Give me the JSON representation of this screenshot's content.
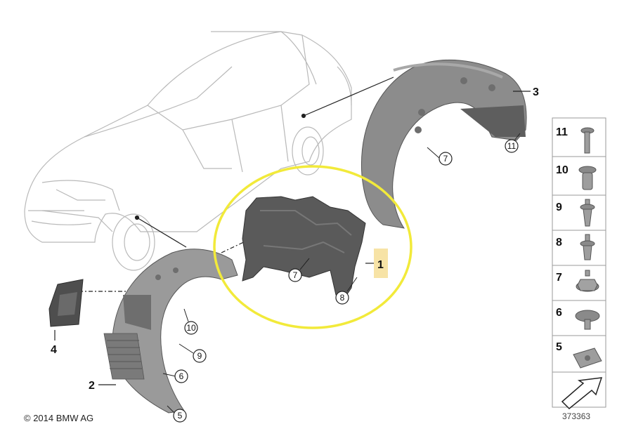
{
  "parts": {
    "p1": "1",
    "p2": "2",
    "p3": "3",
    "p4": "4"
  },
  "callouts": {
    "c7_top": "7",
    "c11": "11",
    "c7_mid": "7",
    "c8": "8",
    "c10": "10",
    "c9": "9",
    "c6": "6",
    "c5": "5"
  },
  "legend": [
    "11",
    "10",
    "9",
    "8",
    "7",
    "6",
    "5"
  ],
  "footer": {
    "copyright": "© 2014 BMW AG",
    "diagram_number": "373363"
  },
  "colors": {
    "highlight_circle": "#f2ea3a",
    "highlight_box": "#f7e3a6",
    "part_fill": "#8f8f8f",
    "outline": "#bdbdbd"
  }
}
